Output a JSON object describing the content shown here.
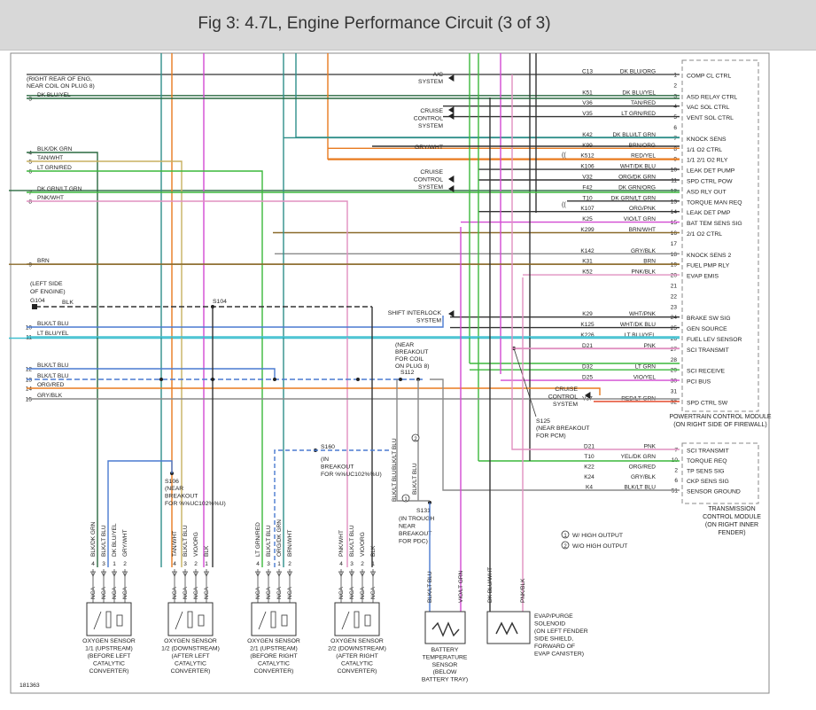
{
  "title": "Fig 3: 4.7L, Engine Performance Circuit (3 of 3)",
  "figure_id": "181363",
  "colors": {
    "green": "#3cb83c",
    "orange": "#e87a1e",
    "magenta": "#d24ad2",
    "teal": "#2f8f8a",
    "tan": "#c8b060",
    "pink": "#e090c0",
    "gray": "#8a8a8a",
    "blue": "#4a7ad0",
    "cyan": "#40c0d0",
    "dkgreen": "#2a6a40",
    "black": "#333333",
    "brown": "#8a6a2a",
    "red": "#e23a1a",
    "vio": "#a060e0",
    "blue_label": "#3a5a9a"
  },
  "top_texts": [
    "(RIGHT REAR OF ENG,",
    "NEAR COIL ON PLUG 8)"
  ],
  "left_connector": {
    "pins": [
      {
        "pin": "3",
        "color": "DK BLU/YEL"
      },
      {
        "pin": "4",
        "color": "BLK/DK GRN"
      },
      {
        "pin": "5",
        "color": "TAN/WHT"
      },
      {
        "pin": "6",
        "color": "LT GRN/RED"
      },
      {
        "pin": "7",
        "color": "DK GRN/LT GRN"
      },
      {
        "pin": "8",
        "color": "PNK/WHT"
      },
      {
        "pin": "9",
        "color": "BRN"
      },
      {
        "pin": "10",
        "color": "BLK/LT BLU"
      },
      {
        "pin": "11",
        "color": "LT BLU/YEL"
      },
      {
        "pin": "12",
        "color": "BLK/LT BLU"
      },
      {
        "pin": "13",
        "color": "BLK/LT BLU"
      },
      {
        "pin": "14",
        "color": "ORG/RED"
      },
      {
        "pin": "15",
        "color": "GRY/BLK"
      }
    ]
  },
  "ground": {
    "note1": "(LEFT SIDE",
    "note2": "OF ENGINE)",
    "id": "G104",
    "wire": "BLK"
  },
  "pcm": {
    "title": "POWERTRAIN CONTROL MODULE",
    "subtitle": "(ON RIGHT SIDE OF FIREWALL)",
    "pins": [
      {
        "pin": "1",
        "circuit": "C13",
        "color": "DK BLU/ORG",
        "func": "COMP CL CTRL"
      },
      {
        "pin": "2",
        "circuit": "",
        "color": "",
        "func": ""
      },
      {
        "pin": "3",
        "circuit": "K51",
        "color": "DK BLU/YEL",
        "func": "ASD RELAY CTRL"
      },
      {
        "pin": "4",
        "circuit": "V36",
        "color": "TAN/RED",
        "func": "VAC SOL CTRL"
      },
      {
        "pin": "5",
        "circuit": "V35",
        "color": "LT GRN/RED",
        "func": "VENT SOL CTRL"
      },
      {
        "pin": "6",
        "circuit": "",
        "color": "",
        "func": ""
      },
      {
        "pin": "7",
        "circuit": "K42",
        "color": "DK BLU/LT GRN",
        "func": "KNOCK SENS"
      },
      {
        "pin": "8",
        "circuit": "K99",
        "color": "BRN/ORG",
        "func": "1/1 O2 CTRL"
      },
      {
        "pin": "9",
        "circuit": "K512",
        "color": "RED/YEL",
        "func": "1/1 2/1 O2 RLY"
      },
      {
        "pin": "10",
        "circuit": "K106",
        "color": "WHT/DK BLU",
        "func": "LEAK DET PUMP"
      },
      {
        "pin": "11",
        "circuit": "V32",
        "color": "ORG/DK GRN",
        "func": "SPD CTRL POW"
      },
      {
        "pin": "12",
        "circuit": "F42",
        "color": "DK GRN/ORG",
        "func": "ASD RLY OUT"
      },
      {
        "pin": "13",
        "circuit": "T10",
        "color": "DK GRN/LT GRN",
        "func": "TORQUE MAN REQ"
      },
      {
        "pin": "14",
        "circuit": "K107",
        "color": "ORG/PNK",
        "func": "LEAK DET PMP"
      },
      {
        "pin": "15",
        "circuit": "K25",
        "color": "VIO/LT GRN",
        "func": "BAT TEM SENS SIG"
      },
      {
        "pin": "16",
        "circuit": "K299",
        "color": "BRN/WHT",
        "func": "2/1 O2 CTRL"
      },
      {
        "pin": "17",
        "circuit": "",
        "color": "",
        "func": ""
      },
      {
        "pin": "18",
        "circuit": "K142",
        "color": "GRY/BLK",
        "func": "KNOCK SENS 2"
      },
      {
        "pin": "19",
        "circuit": "K31",
        "color": "BRN",
        "func": "FUEL PMP RLY"
      },
      {
        "pin": "20",
        "circuit": "K52",
        "color": "PNK/BLK",
        "func": "EVAP EMIS"
      },
      {
        "pin": "21",
        "circuit": "",
        "color": "",
        "func": ""
      },
      {
        "pin": "22",
        "circuit": "",
        "color": "",
        "func": ""
      },
      {
        "pin": "23",
        "circuit": "",
        "color": "",
        "func": ""
      },
      {
        "pin": "24",
        "circuit": "K29",
        "color": "WHT/PNK",
        "func": "BRAKE SW SIG"
      },
      {
        "pin": "25",
        "circuit": "K125",
        "color": "WHT/DK BLU",
        "func": "GEN SOURCE"
      },
      {
        "pin": "26",
        "circuit": "K226",
        "color": "LT BLU/YEL",
        "func": "FUEL LEV SENSOR"
      },
      {
        "pin": "27",
        "circuit": "D21",
        "color": "PNK",
        "func": "SCI TRANSMIT"
      },
      {
        "pin": "28",
        "circuit": "",
        "color": "",
        "func": ""
      },
      {
        "pin": "29",
        "circuit": "D32",
        "color": "LT GRN",
        "func": "SCI RECEIVE"
      },
      {
        "pin": "30",
        "circuit": "D25",
        "color": "VIO/YEL",
        "func": "PCI BUS"
      },
      {
        "pin": "31",
        "circuit": "",
        "color": "",
        "func": ""
      },
      {
        "pin": "32",
        "circuit": "V37",
        "color": "RED/LT GRN",
        "func": "SPD CTRL SW"
      }
    ]
  },
  "tcm": {
    "title": "TRANSMISSION",
    "title2": "CONTROL MODULE",
    "subtitle": "(ON RIGHT INNER",
    "subtitle2": "FENDER)",
    "pins": [
      {
        "pin": "7",
        "circuit": "D21",
        "color": "PNK",
        "func": "SCI TRANSMIT"
      },
      {
        "pin": "10",
        "circuit": "T10",
        "color": "YEL/DK GRN",
        "func": "TORQUE REQ"
      },
      {
        "pin": "2",
        "circuit": "K22",
        "color": "ORG/RED",
        "func": "TP SENS SIG"
      },
      {
        "pin": "6",
        "circuit": "K24",
        "color": "GRY/BLK",
        "func": "CKP SENS SIG"
      },
      {
        "pin": "51",
        "circuit": "K4",
        "color": "BLK/LT BLU",
        "func": "SENSOR GROUND"
      }
    ]
  },
  "systems": {
    "ac": [
      "A/C",
      "SYSTEM"
    ],
    "cruise1": [
      "CRUISE",
      "CONTROL",
      "SYSTEM"
    ],
    "cruise2": [
      "CRUISE",
      "CONTROL",
      "SYSTEM"
    ],
    "shift": [
      "SHIFT INTERLOCK",
      "SYSTEM"
    ],
    "cruise3": [
      "CRUISE",
      "CONTROL",
      "SYSTEM"
    ]
  },
  "pcm_side_wire": "GRY/WHT",
  "splices": {
    "s104": "S104",
    "s112": "S112",
    "s112_note": [
      "(NEAR",
      "BREAKOUT",
      "FOR COIL",
      "ON PLUG 8)"
    ],
    "s106": "S106",
    "s106_note": [
      "(NEAR",
      "BREAKOUT",
      "FOR %%UC102%%U)"
    ],
    "s160": "S160",
    "s160_note": [
      "(IN",
      "BREAKOUT",
      "FOR %%UC102%%U)"
    ],
    "s125": "S125",
    "s125_note": [
      "(NEAR BREAKOUT",
      "FOR PCM)"
    ],
    "s131": "S131",
    "s131_note": [
      "(IN TROUGH",
      "NEAR",
      "BREAKOUT",
      "FOR PDC)"
    ]
  },
  "vertical_labels": {
    "s131_a": "BLK/LT BLU",
    "s131_b": "BLK/LT BLU",
    "s131_c": "BLK/LT BLU",
    "bat_a": "BLK/LT BLU",
    "bat_b": "VIO/LT GRN",
    "evap_a": "DK BLU/WHT",
    "evap_b": "PNK/BLK"
  },
  "markers": {
    "m1": "1",
    "m2": "2"
  },
  "legend": [
    {
      "mark": "1",
      "text": "W/ HIGH OUTPUT"
    },
    {
      "mark": "2",
      "text": "W/O HIGH OUTPUT"
    }
  ],
  "o2_sensors": [
    {
      "wires": [
        "BLK/DK GRN",
        "BLK/LT BLU",
        "DK BLU/YEL",
        "GRY/WHT"
      ],
      "pins": [
        "4",
        "3",
        "1",
        "2"
      ],
      "nca": "NCA",
      "title": [
        "OXYGEN SENSOR",
        "1/1 (UPSTREAM)"
      ],
      "desc": [
        "(BEFORE LEFT",
        "CATALYTIC",
        "CONVERTER)"
      ]
    },
    {
      "wires": [
        "TAN/WHT",
        "BLK/LT BLU",
        "VIO/ORG",
        "BLK"
      ],
      "pins": [
        "4",
        "3",
        "2",
        "1"
      ],
      "nca": "NCA",
      "title": [
        "OXYGEN SENSOR",
        "1/2 (DOWNSTREAM)"
      ],
      "desc": [
        "(AFTER LEFT",
        "CATALYTIC",
        "CONVERTER)"
      ]
    },
    {
      "wires": [
        "LT GRN/RED",
        "BLK/LT BLU",
        "ORG/DK GRN",
        "BRN/WHT"
      ],
      "pins": [
        "4",
        "3",
        "1",
        "2"
      ],
      "nca": "NCA",
      "title": [
        "OXYGEN SENSOR",
        "2/1 (UPSTREAM)"
      ],
      "desc": [
        "(BEFORE RIGHT",
        "CATALYTIC",
        "CONVERTER)"
      ]
    },
    {
      "wires": [
        "PNK/WHT",
        "BLK/LT BLU",
        "VIO/ORG",
        "BLK"
      ],
      "pins": [
        "4",
        "3",
        "2",
        "1"
      ],
      "nca": "NCA",
      "title": [
        "OXYGEN SENSOR",
        "2/2 (DOWNSTREAM)"
      ],
      "desc": [
        "(AFTER RIGHT",
        "CATALYTIC",
        "CONVERTER)"
      ]
    }
  ],
  "battery_sensor": {
    "title": [
      "BATTERY",
      "TEMPERATURE",
      "SENSOR"
    ],
    "desc": [
      "(BELOW",
      "BATTERY TRAY)"
    ]
  },
  "evap_solenoid": {
    "title": [
      "EVAP/PURGE",
      "SOLENOID"
    ],
    "desc": [
      "(ON LEFT FENDER",
      "SIDE SHIELD,",
      "FORWARD OF",
      "EVAP CANISTER)"
    ]
  }
}
